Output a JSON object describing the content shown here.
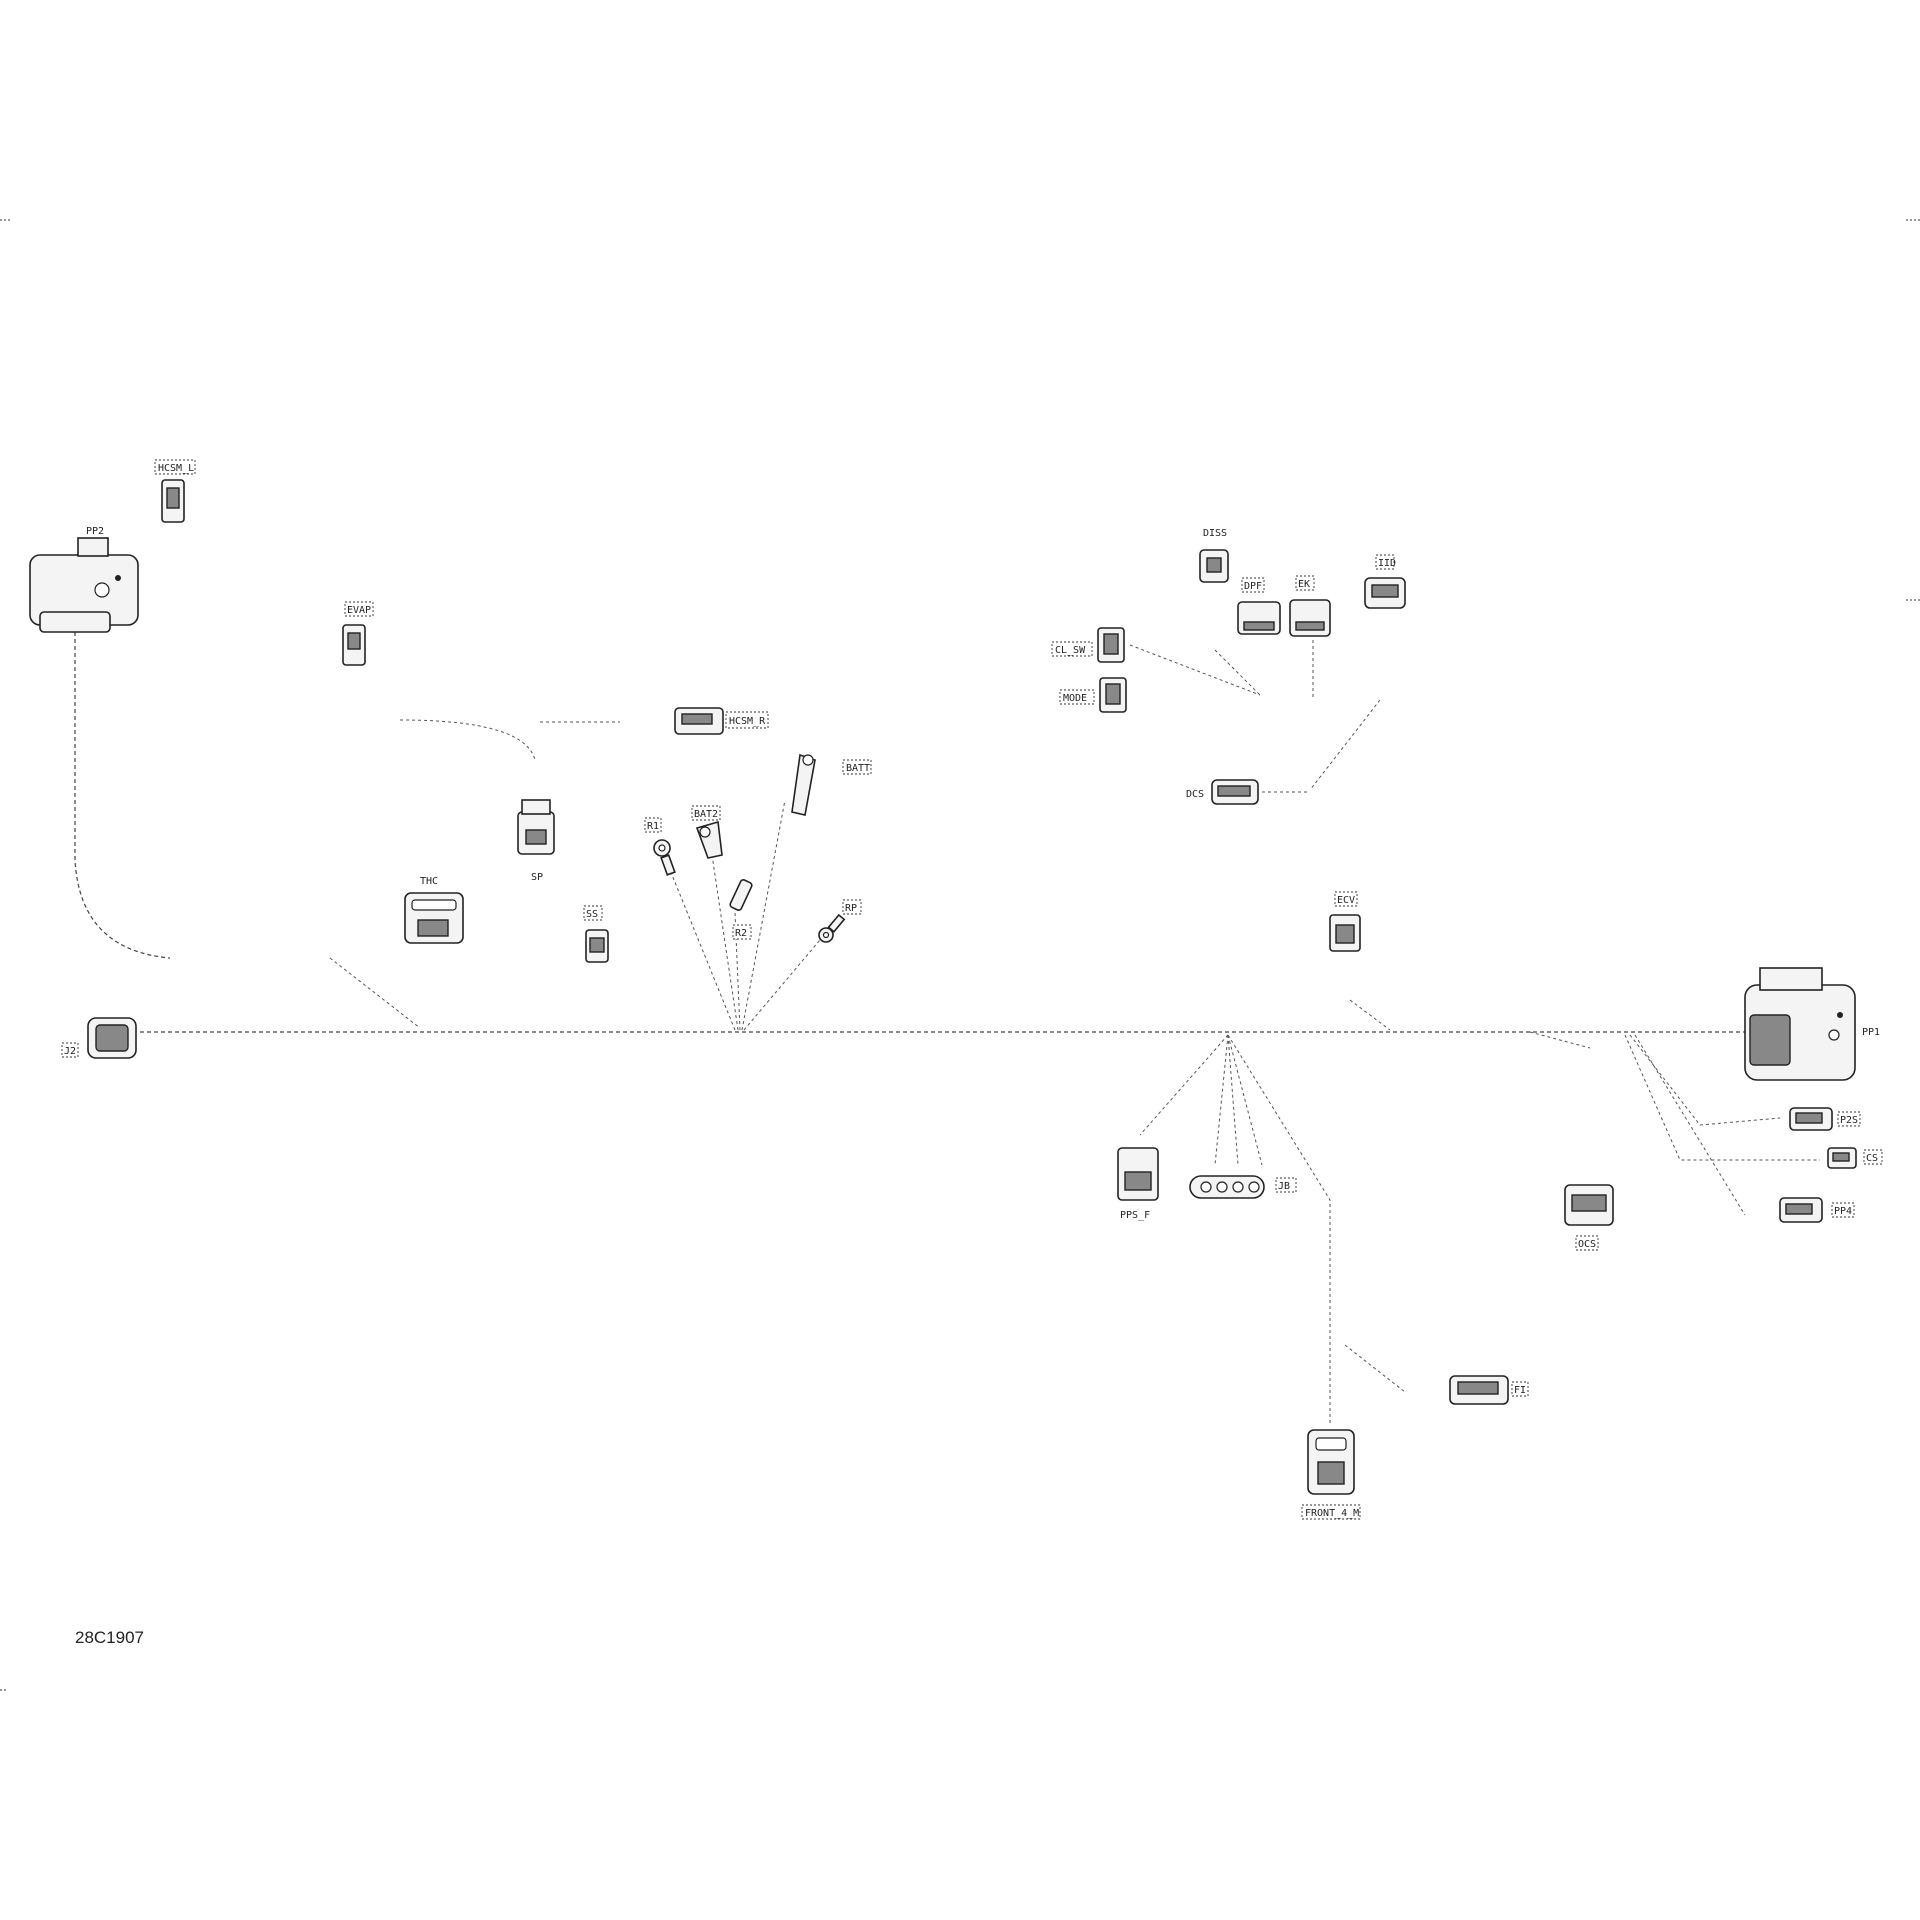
{
  "drawing": {
    "code": "28C1907"
  },
  "connectors": {
    "hcsm_l": "HCSM_L",
    "pp2": "PP2",
    "evap": "EVAP",
    "hcsm_r": "HCSM_R",
    "batt": "BATT",
    "bat2": "BAT2",
    "r1": "R1",
    "r2": "R2",
    "rp": "RP",
    "sp": "SP",
    "ss": "SS",
    "thc": "THC",
    "j2": "J2",
    "diss": "DISS",
    "dpf": "DPF",
    "ek": "EK",
    "iid": "IID",
    "cl_sw": "CL_SW",
    "mode": "MODE",
    "dcs": "DCS",
    "ecv": "ECV",
    "pp1": "PP1",
    "ppsm": "P2S",
    "cs": "CS",
    "pp4": "PP4",
    "ocs": "OCS",
    "pps_f": "PPS_F",
    "jb": "JB",
    "fi": "FI",
    "front_4_m": "FRONT_4_M"
  }
}
